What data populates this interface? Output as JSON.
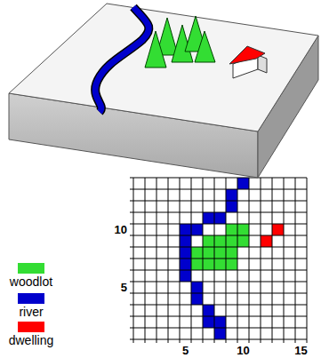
{
  "diagram": {
    "labels": [
      "10",
      "5",
      "5",
      "10",
      "15"
    ],
    "legend": [
      {
        "text": "woodlot",
        "color": "#33dd33"
      },
      {
        "text": "river",
        "color": "#0000cc"
      },
      {
        "text": "dwelling",
        "color": "#ff0000"
      }
    ]
  }
}
